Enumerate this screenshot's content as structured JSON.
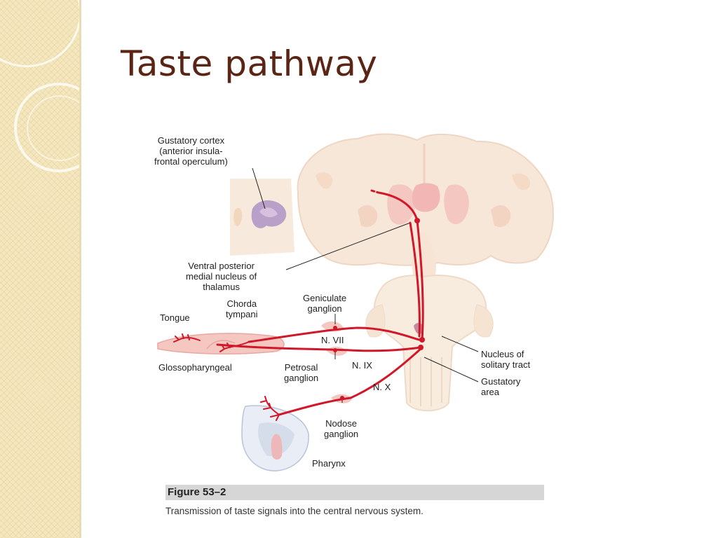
{
  "slide": {
    "title": "Taste pathway"
  },
  "figure": {
    "labels": {
      "gustatory_cortex": [
        "Gustatory cortex",
        "(anterior insula-",
        "frontal operculum)"
      ],
      "vpm_thalamus": [
        "Ventral posterior",
        "medial nucleus of",
        "thalamus"
      ],
      "geniculate_ganglion": [
        "Geniculate",
        "ganglion"
      ],
      "chorda_tympani": [
        "Chorda",
        "tympani"
      ],
      "tongue": "Tongue",
      "glossopharyngeal": "Glossopharyngeal",
      "n_vii": "N. VII",
      "n_ix": "N. IX",
      "n_x": "N. X",
      "petrosal_ganglion": [
        "Petrosal",
        "ganglion"
      ],
      "nucleus_solitary_tract": [
        "Nucleus of",
        "solitary tract"
      ],
      "gustatory_area": [
        "Gustatory",
        "area"
      ],
      "nodose_ganglion": [
        "Nodose",
        "ganglion"
      ],
      "pharynx": "Pharynx"
    },
    "number": "Figure 53–2",
    "caption": "Transmission of taste signals into the central nervous system."
  },
  "colors": {
    "title": "#5a2514",
    "nerve": "#d0182a",
    "brain": "#f6e4d6",
    "sidebar": "#f4e7bd"
  }
}
